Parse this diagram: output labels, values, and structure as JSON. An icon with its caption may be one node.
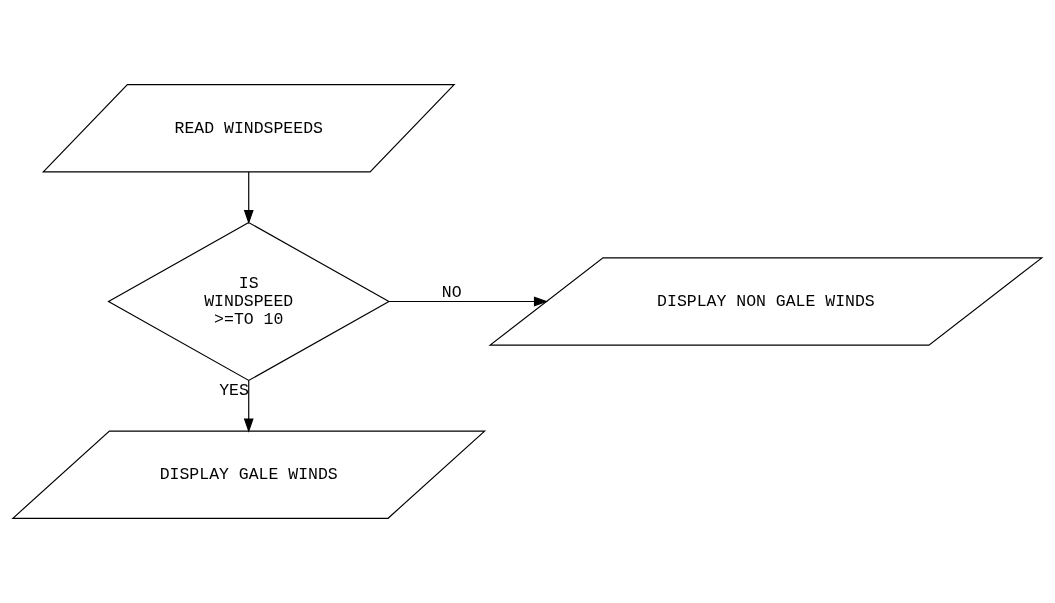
{
  "diagram": {
    "nodes": [
      {
        "text": [
          "READ WINDSPEEDS"
        ]
      },
      {
        "text": [
          "IS WINDSPEED >=TO 10"
        ]
      },
      {
        "text": [
          "DISPLAY NON GALE WINDS"
        ]
      },
      {
        "text": [
          "DISPLAY GALE WINDS"
        ]
      }
    ],
    "edges": [
      {
        "from": 0,
        "to": 1,
        "arrow": "to"
      },
      {
        "from": 1,
        "to": 2,
        "arrow": "to",
        "label": "NO"
      },
      {
        "from": 1,
        "to": 3,
        "arrow": "to",
        "label": "YES"
      }
    ]
  }
}
